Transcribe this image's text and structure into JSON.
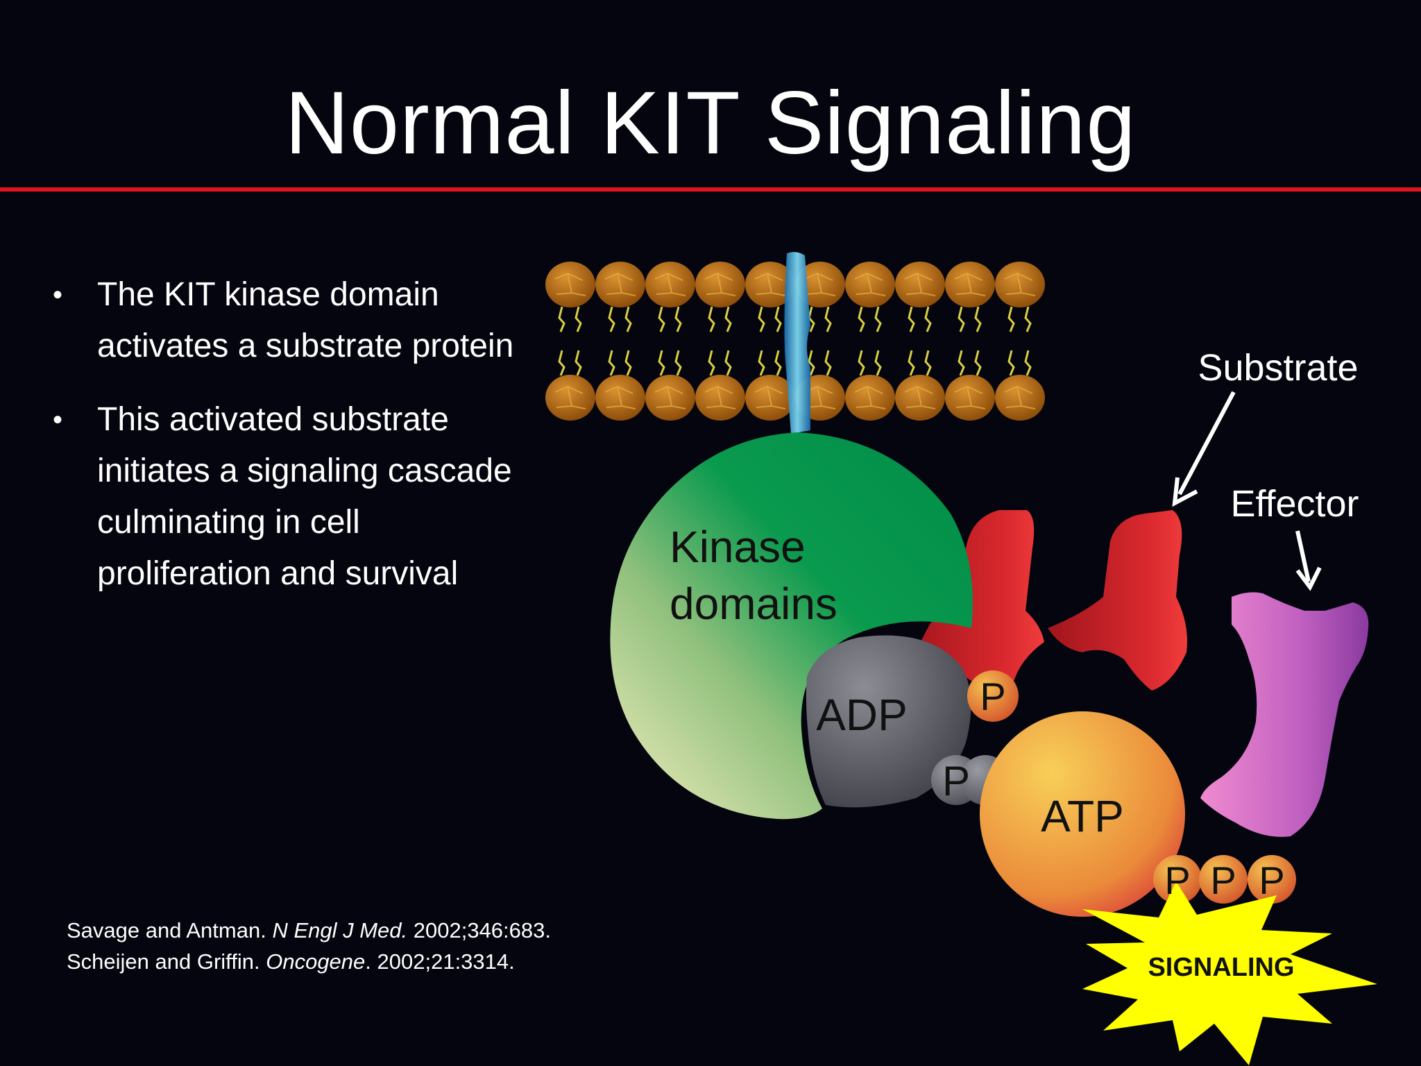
{
  "slide": {
    "title": "Normal KIT Signaling",
    "accent_color": "#e0141c",
    "background_color": "#05050f"
  },
  "bullets": [
    {
      "text": "The KIT kinase domain activates a substrate protein"
    },
    {
      "text": "This activated substrate initiates a signaling cascade culminating in cell proliferation and survival"
    }
  ],
  "bullet_glyph": "•",
  "references": [
    {
      "authors": "Savage and Antman. ",
      "journal": "N Engl J Med.",
      "citation": " 2002;346:683."
    },
    {
      "authors": "Scheijen and Griffin. ",
      "journal": "Oncogene",
      "citation": ". 2002;21:3314."
    }
  ],
  "diagram": {
    "kinase_label_line1": "Kinase",
    "kinase_label_line2": "domains",
    "adp_label": "ADP",
    "atp_label": "ATP",
    "phosphate_label": "P",
    "substrate_label": "Substrate",
    "effector_label": "Effector",
    "signaling_label": "SIGNALING",
    "colors": {
      "kinase": "#0a9a4e",
      "adp": "#5d5d66",
      "atp": "#f2a13a",
      "phosphate": "#e8902a",
      "substrate": "#c8262a",
      "effector": "#b855b8",
      "signaling_burst": "#ffff00",
      "membrane_head": "#c07a14",
      "receptor_helix": "#3aa6d8"
    }
  }
}
